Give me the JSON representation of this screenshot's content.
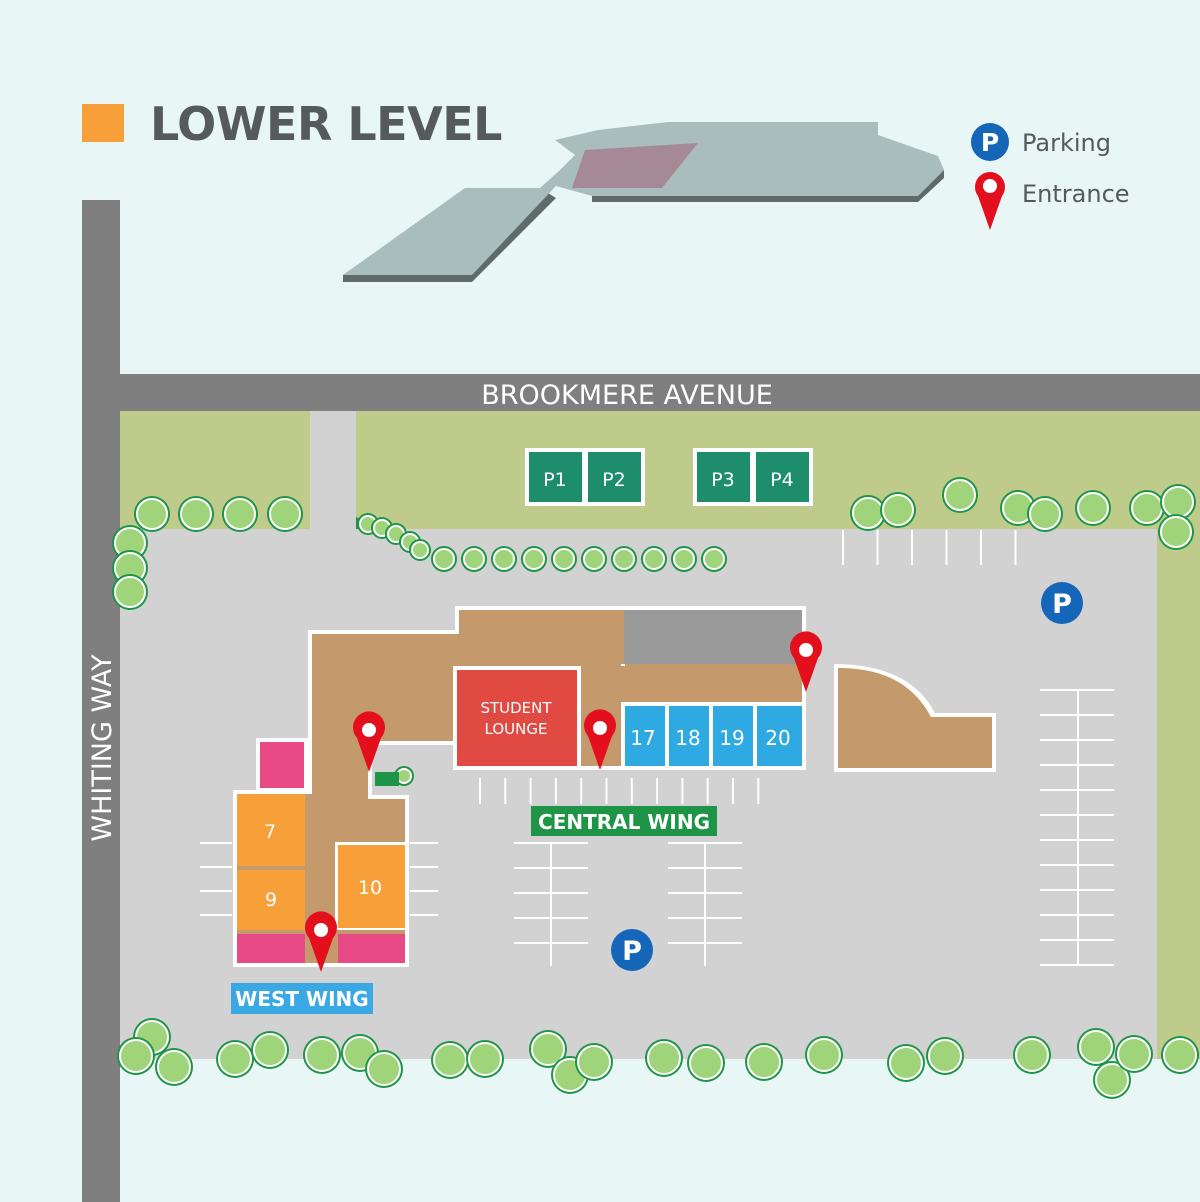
{
  "title": "LOWER LEVEL",
  "legend": {
    "parking_label": "Parking",
    "parking_symbol": "P",
    "entrance_label": "Entrance"
  },
  "streets": {
    "north": "BROOKMERE AVENUE",
    "west": "WHITING WAY"
  },
  "parking_spots": [
    "P1",
    "P2",
    "P3",
    "P4"
  ],
  "parking_markers": [
    "P",
    "P"
  ],
  "rooms": {
    "student_lounge_line1": "STUDENT",
    "student_lounge_line2": "LOUNGE",
    "central": [
      "17",
      "18",
      "19",
      "20"
    ],
    "west": [
      "7",
      "9",
      "10"
    ]
  },
  "wings": {
    "central": "CENTRAL WING",
    "west": "WEST WING"
  },
  "colors": {
    "background": "#e8f6f6",
    "road": "#7f7f7f",
    "lawn": "#bfcb8a",
    "lot": "#d2d2d2",
    "building": "#c49a6c",
    "lounge": "#e04a43",
    "central_units": "#2ea9e1",
    "west_units": "#f7a03a",
    "west_accent": "#e84a86",
    "parking_spot": "#1e8d6b",
    "central_label": "#1d9446",
    "west_label": "#3ba8e6",
    "parking_icon": "#1565b8",
    "entrance_pin": "#e30f1c",
    "level_swatch": "#f7a03a"
  }
}
